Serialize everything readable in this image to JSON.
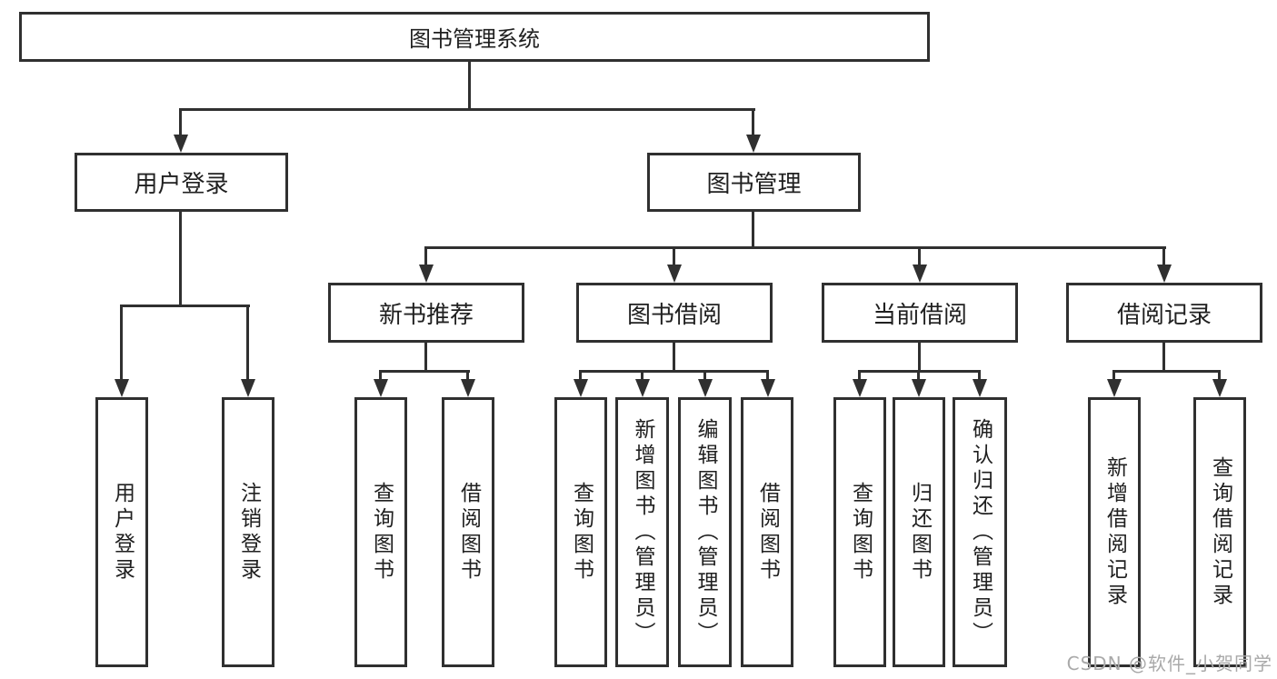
{
  "diagram": {
    "type": "tree",
    "title": "图书管理系统",
    "root": {
      "label": "图书管理系统",
      "children": [
        {
          "label": "用户登录",
          "children": [
            {
              "label": "用户登录"
            },
            {
              "label": "注销登录"
            }
          ]
        },
        {
          "label": "图书管理",
          "children": [
            {
              "label": "新书推荐",
              "children": [
                {
                  "label": "查询图书"
                },
                {
                  "label": "借阅图书"
                }
              ]
            },
            {
              "label": "图书借阅",
              "children": [
                {
                  "label": "查询图书"
                },
                {
                  "label": "新增图书（管理员）"
                },
                {
                  "label": "编辑图书（管理员）"
                },
                {
                  "label": "借阅图书"
                }
              ]
            },
            {
              "label": "当前借阅",
              "children": [
                {
                  "label": "查询图书"
                },
                {
                  "label": "归还图书"
                },
                {
                  "label": "确认归还（管理员）"
                }
              ]
            },
            {
              "label": "借阅记录",
              "children": [
                {
                  "label": "新增借阅记录"
                },
                {
                  "label": "查询借阅记录"
                }
              ]
            }
          ]
        }
      ]
    }
  },
  "watermark": {
    "text": "CSDN @软件_小贺同学",
    "color": "#a9a9a9"
  },
  "colors": {
    "line": "#303030",
    "box_border": "#303030",
    "text": "#202020",
    "background": "#ffffff"
  }
}
